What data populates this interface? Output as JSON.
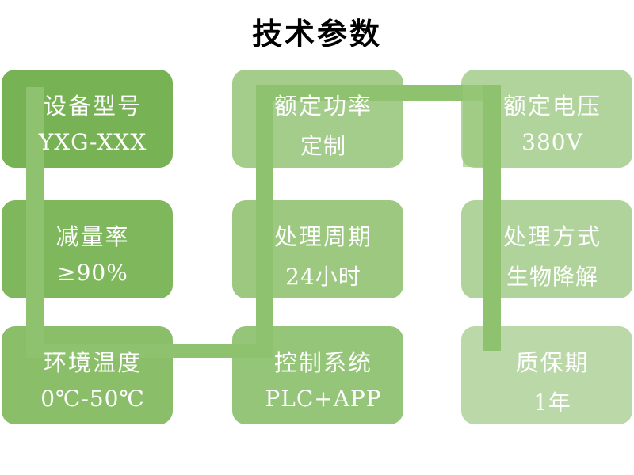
{
  "title": "技术参数",
  "connector": {
    "color": "#8fc26f",
    "elbow_color": "rgba(150,199,122,0.65)"
  },
  "boxes": [
    {
      "label": "设备型号",
      "value": "YXG-XXX",
      "color": "#77b254"
    },
    {
      "label": "额定功率",
      "value": "定制",
      "color": "#a4cc8b"
    },
    {
      "label": "额定电压",
      "value": "380V",
      "color": "#b1d49d"
    },
    {
      "label": "减量率",
      "value": "≥90%",
      "color": "#7eb75c"
    },
    {
      "label": "处理周期",
      "value": "24小时",
      "color": "#9cc880"
    },
    {
      "label": "处理方式",
      "value": "生物降解",
      "color": "#afd39a"
    },
    {
      "label": "环境温度",
      "value": "0℃-50℃",
      "color": "#8abe69"
    },
    {
      "label": "控制系统",
      "value": "PLC+APP",
      "color": "#95c579"
    },
    {
      "label": "质保期",
      "value": "1年",
      "color": "#bbd9a8"
    }
  ]
}
